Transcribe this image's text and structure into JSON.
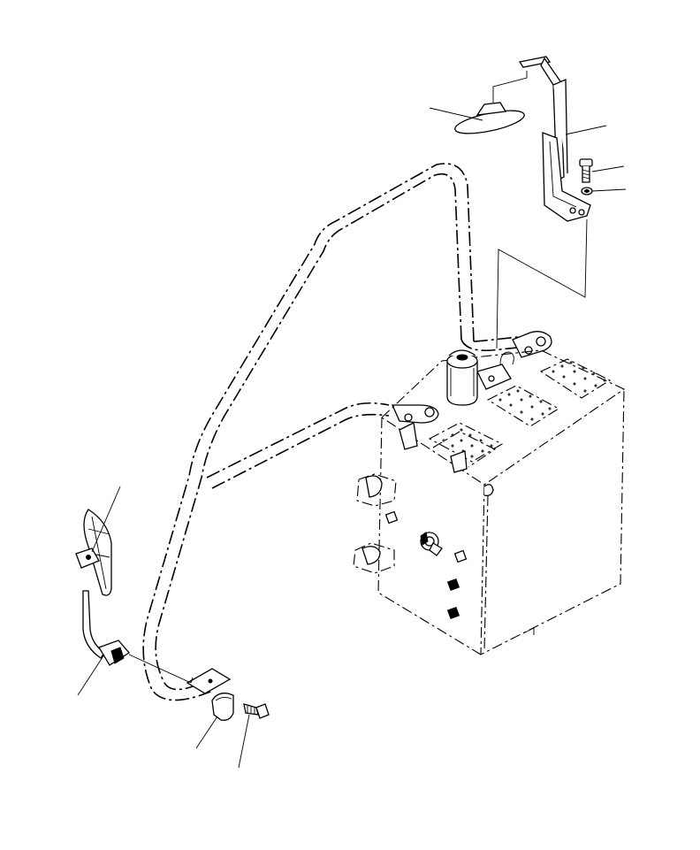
{
  "diagram": {
    "colors": {
      "line": "#000000",
      "background": "#ffffff",
      "shade": "#d6d6d6"
    },
    "parts": [
      {
        "name": "rear-mirror"
      },
      {
        "name": "mirror-bracket"
      },
      {
        "name": "bolt"
      },
      {
        "name": "washer"
      },
      {
        "name": "side-mirror"
      },
      {
        "name": "mirror-stay"
      },
      {
        "name": "clamp"
      },
      {
        "name": "clamp-bolt"
      }
    ],
    "context": [
      {
        "name": "handrail"
      },
      {
        "name": "tank-body"
      },
      {
        "name": "filter"
      }
    ]
  }
}
